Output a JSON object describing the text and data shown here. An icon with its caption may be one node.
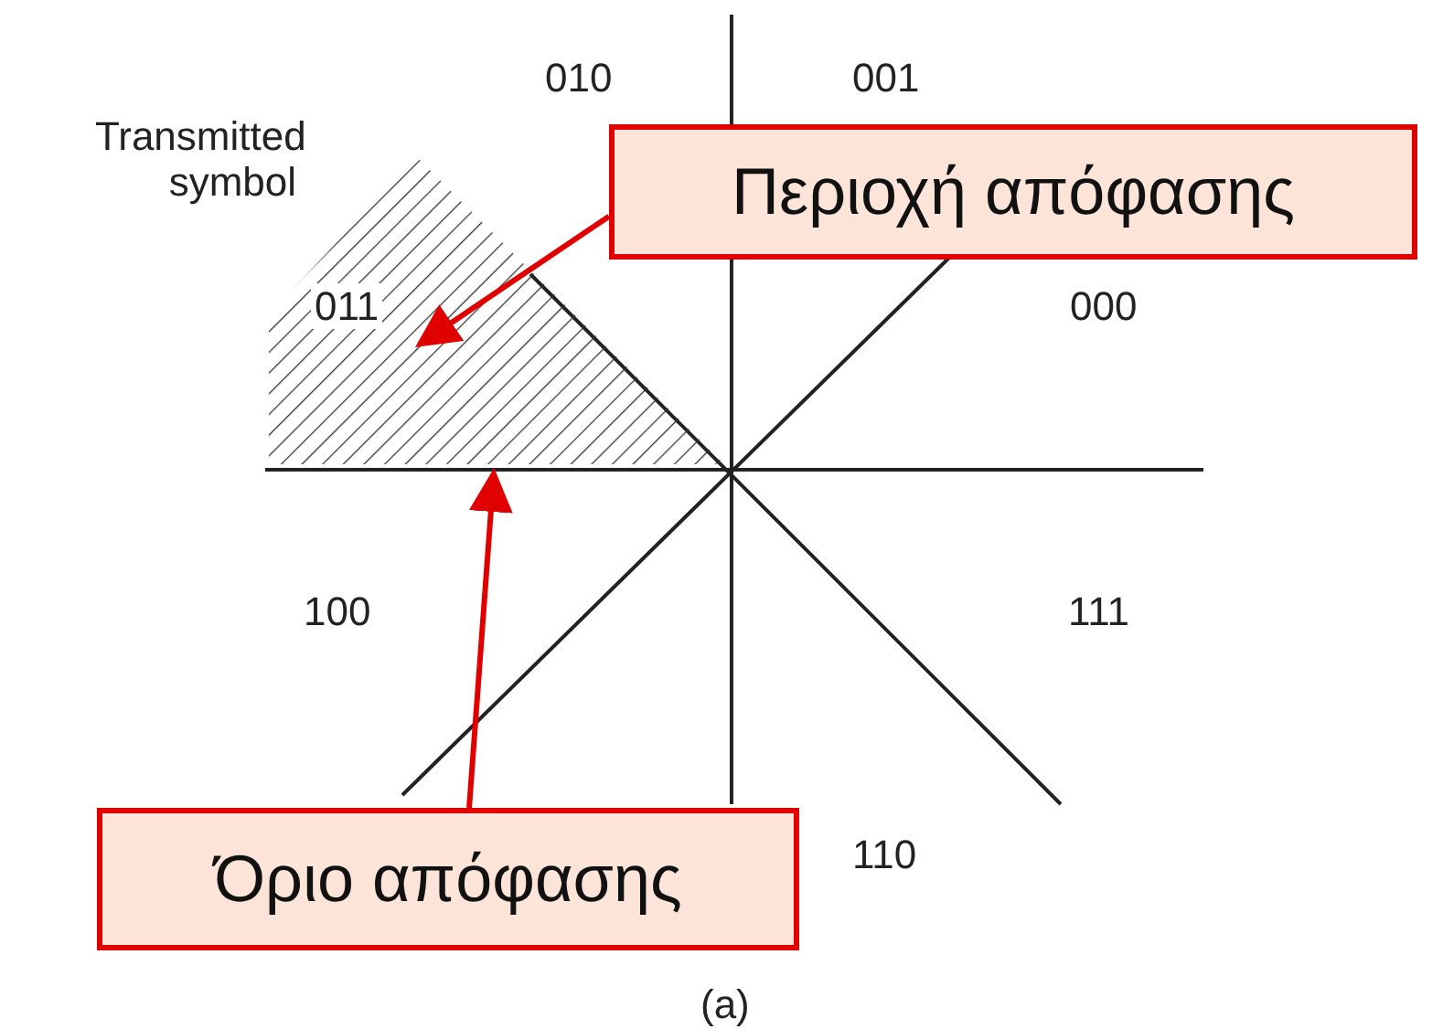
{
  "diagram": {
    "nodes": [
      {
        "text": [
          "Περιοχή απόφασης"
        ]
      },
      {
        "text": [],
        "shape": "triangle"
      },
      {
        "text": [
          "Όριο απόφασης"
        ]
      },
      {
        "text": [],
        "shape": "line"
      }
    ],
    "edges": [
      {
        "from": 0,
        "to": 1,
        "arrow": "to"
      },
      {
        "from": 2,
        "to": 3,
        "arrow": "to"
      }
    ],
    "labels": [
      "010",
      "001",
      "Transmitted symbol",
      "011",
      "000",
      "100",
      "111",
      "110",
      "(a)"
    ]
  }
}
